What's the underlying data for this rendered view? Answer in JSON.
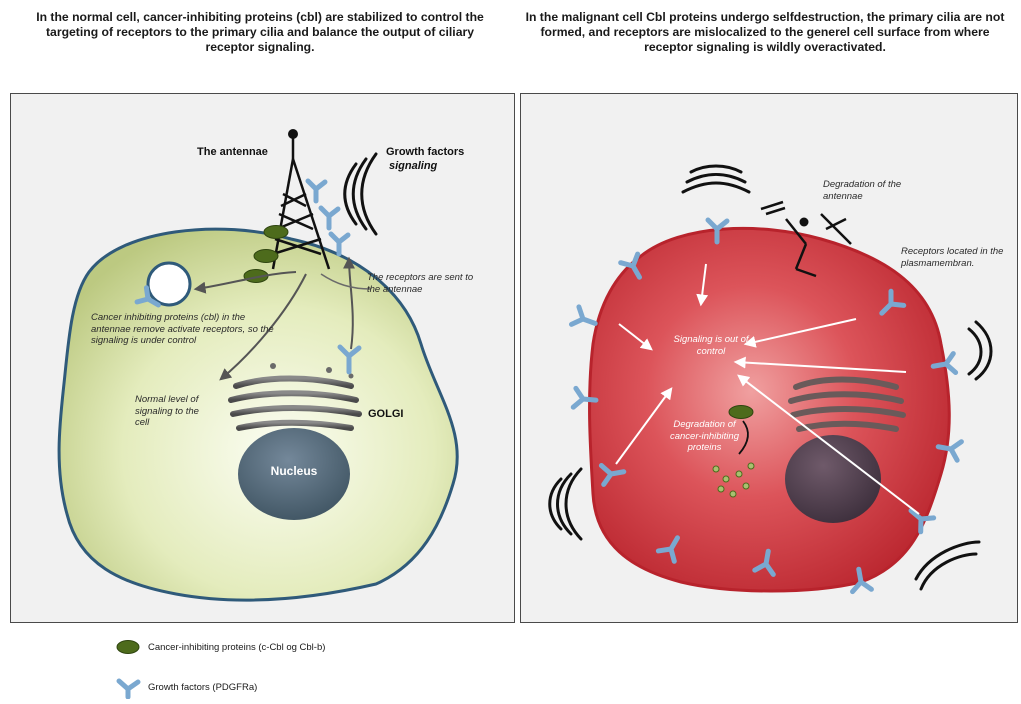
{
  "captions": {
    "left": "In the normal cell, cancer-inhibiting proteins (cbl) are stabilized to control the targeting of receptors to the primary cilia and balance the output of ciliary receptor signaling.",
    "right": "In the malignant cell Cbl proteins undergo selfdestruction, the primary cilia are not formed, and receptors are mislocalized to the generel cell surface from where receptor signaling is wildly overactivated."
  },
  "left_panel": {
    "antennae": "The antennae",
    "growth_factors": "Growth factors",
    "signaling": "signaling",
    "receptors_sent": "The receptors are sent to the antennae",
    "cbl_text": "Cancer inhibiting proteins (cbl) in the antennae remove activate receptors, so the signaling is under control",
    "normal_level": "Normal level of signaling to the cell",
    "golgi": "GOLGI",
    "nucleus": "Nucleus"
  },
  "right_panel": {
    "degradation_antennae": "Degradation of the antennae",
    "receptors_located": "Receptors located in the plasmamembran.",
    "signaling_out": "Signaling is out of control",
    "degradation_proteins": "Degradation of cancer-inhibiting proteins"
  },
  "legend": {
    "protein": "Cancer-inhibiting proteins (c-Cbl og Cbl-b)",
    "growth": "Growth factors (PDGFRa)"
  },
  "colors": {
    "normal_cell": "#dfe8b4",
    "malignant_cell": "#d5434a",
    "receptor": "#7aa8d0",
    "protein": "#4d6b1c",
    "nucleus": "#546a78"
  }
}
